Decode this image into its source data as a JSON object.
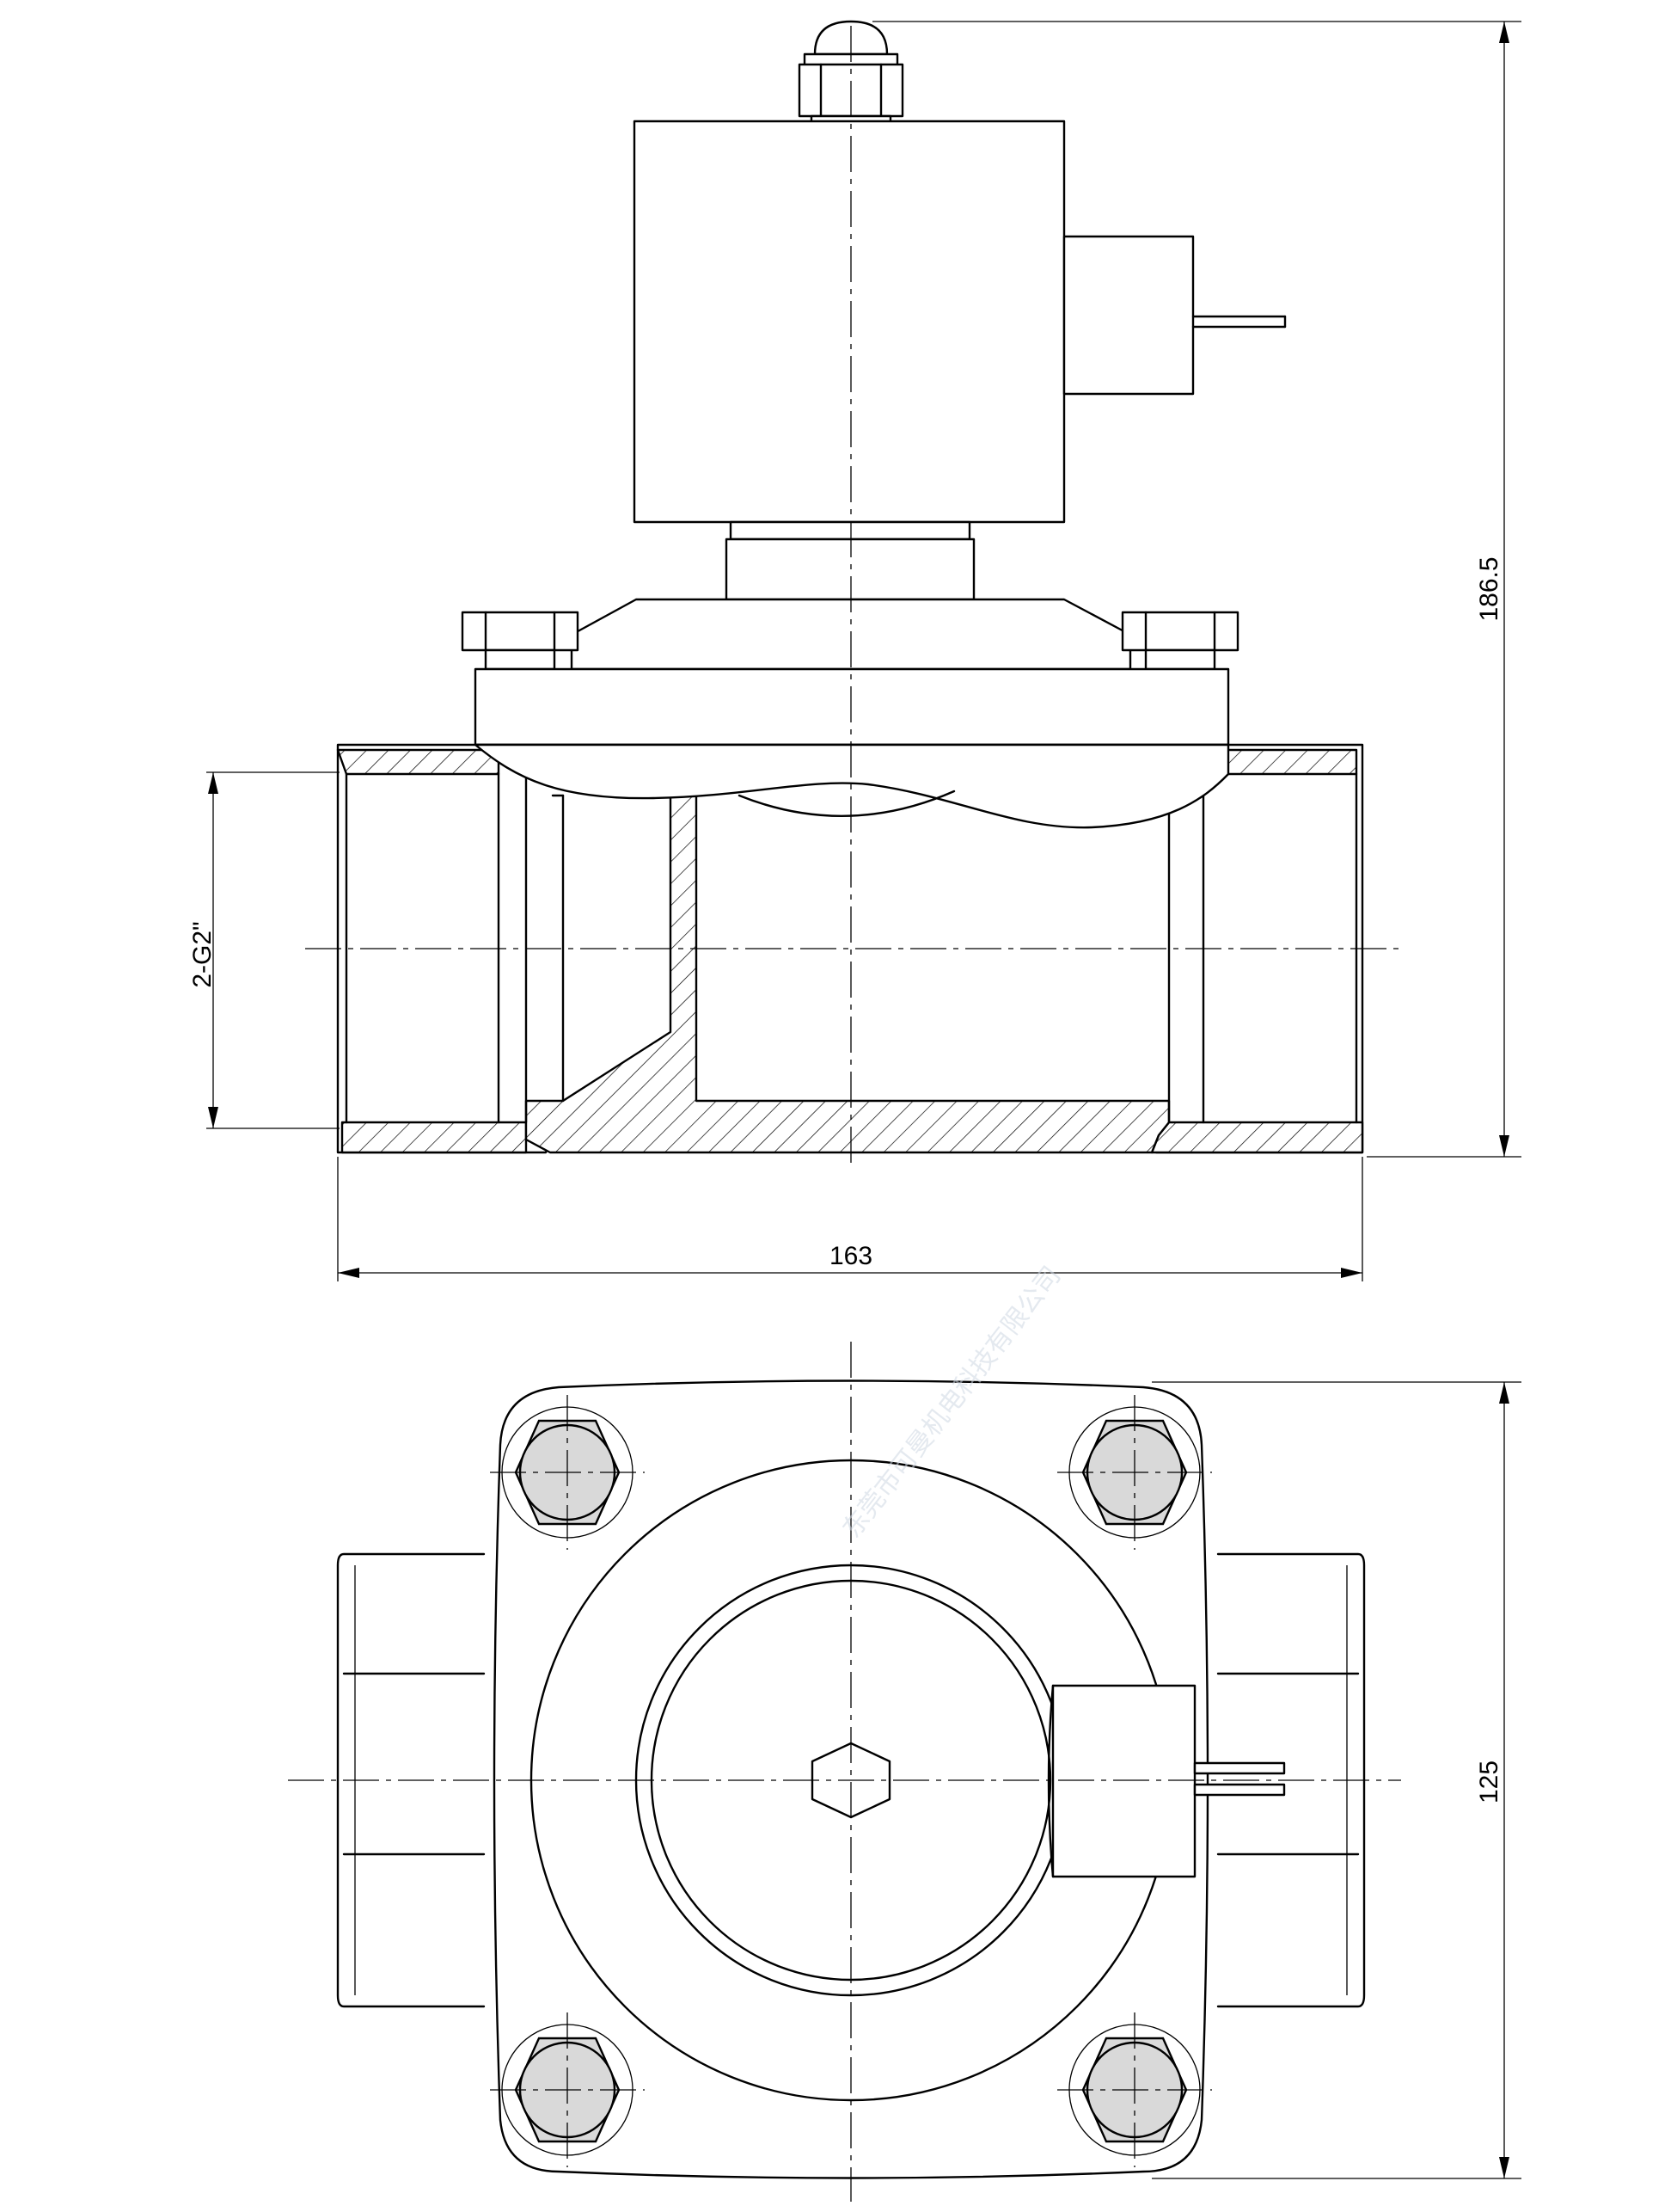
{
  "drawing": {
    "dimensions": {
      "overall_height": "186.5",
      "overall_length": "163",
      "port_size": "2-G2\"",
      "flange_width": "125"
    },
    "watermark": "东莞市可曼机电科技有限公司"
  },
  "colors": {
    "line": "#000000",
    "bolt_fill": "#d9d9d9",
    "background": "#ffffff"
  }
}
